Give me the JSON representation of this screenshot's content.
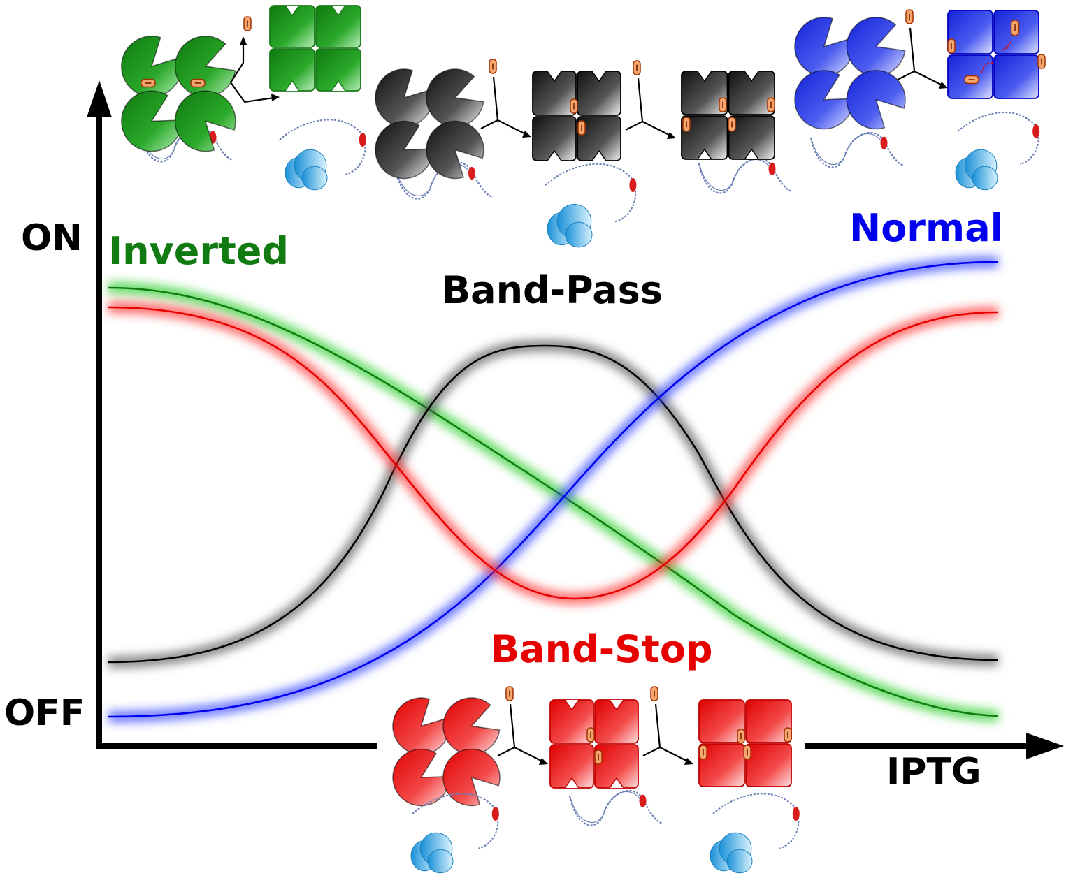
{
  "axes": {
    "y_top_label": "ON",
    "y_bottom_label": "OFF",
    "x_label": "IPTG"
  },
  "curves": [
    {
      "key": "inverted",
      "label": "Inverted",
      "color": "#117a11",
      "glow": "#22cc22"
    },
    {
      "key": "bandpass",
      "label": "Band-Pass",
      "color": "#000000",
      "glow": "#555555"
    },
    {
      "key": "normal",
      "label": "Normal",
      "color": "#0000ee",
      "glow": "#3344ff"
    },
    {
      "key": "bandstop",
      "label": "Band-Stop",
      "color": "#e60000",
      "glow": "#ff3333"
    }
  ],
  "colors": {
    "green_protein": "#1f9a1f",
    "gray_protein": "#2a2a2a",
    "blue_protein": "#2f3fe8",
    "red_protein": "#ee2222",
    "inducer": "#f5a56e",
    "rnap": "#2aa8e0",
    "dna": "#6a7fb5"
  },
  "icons": [
    "lac-repressor-tetramer-icon",
    "iptg-inducer-icon",
    "dna-loop-icon",
    "rna-polymerase-icon",
    "reaction-arrow-icon"
  ]
}
